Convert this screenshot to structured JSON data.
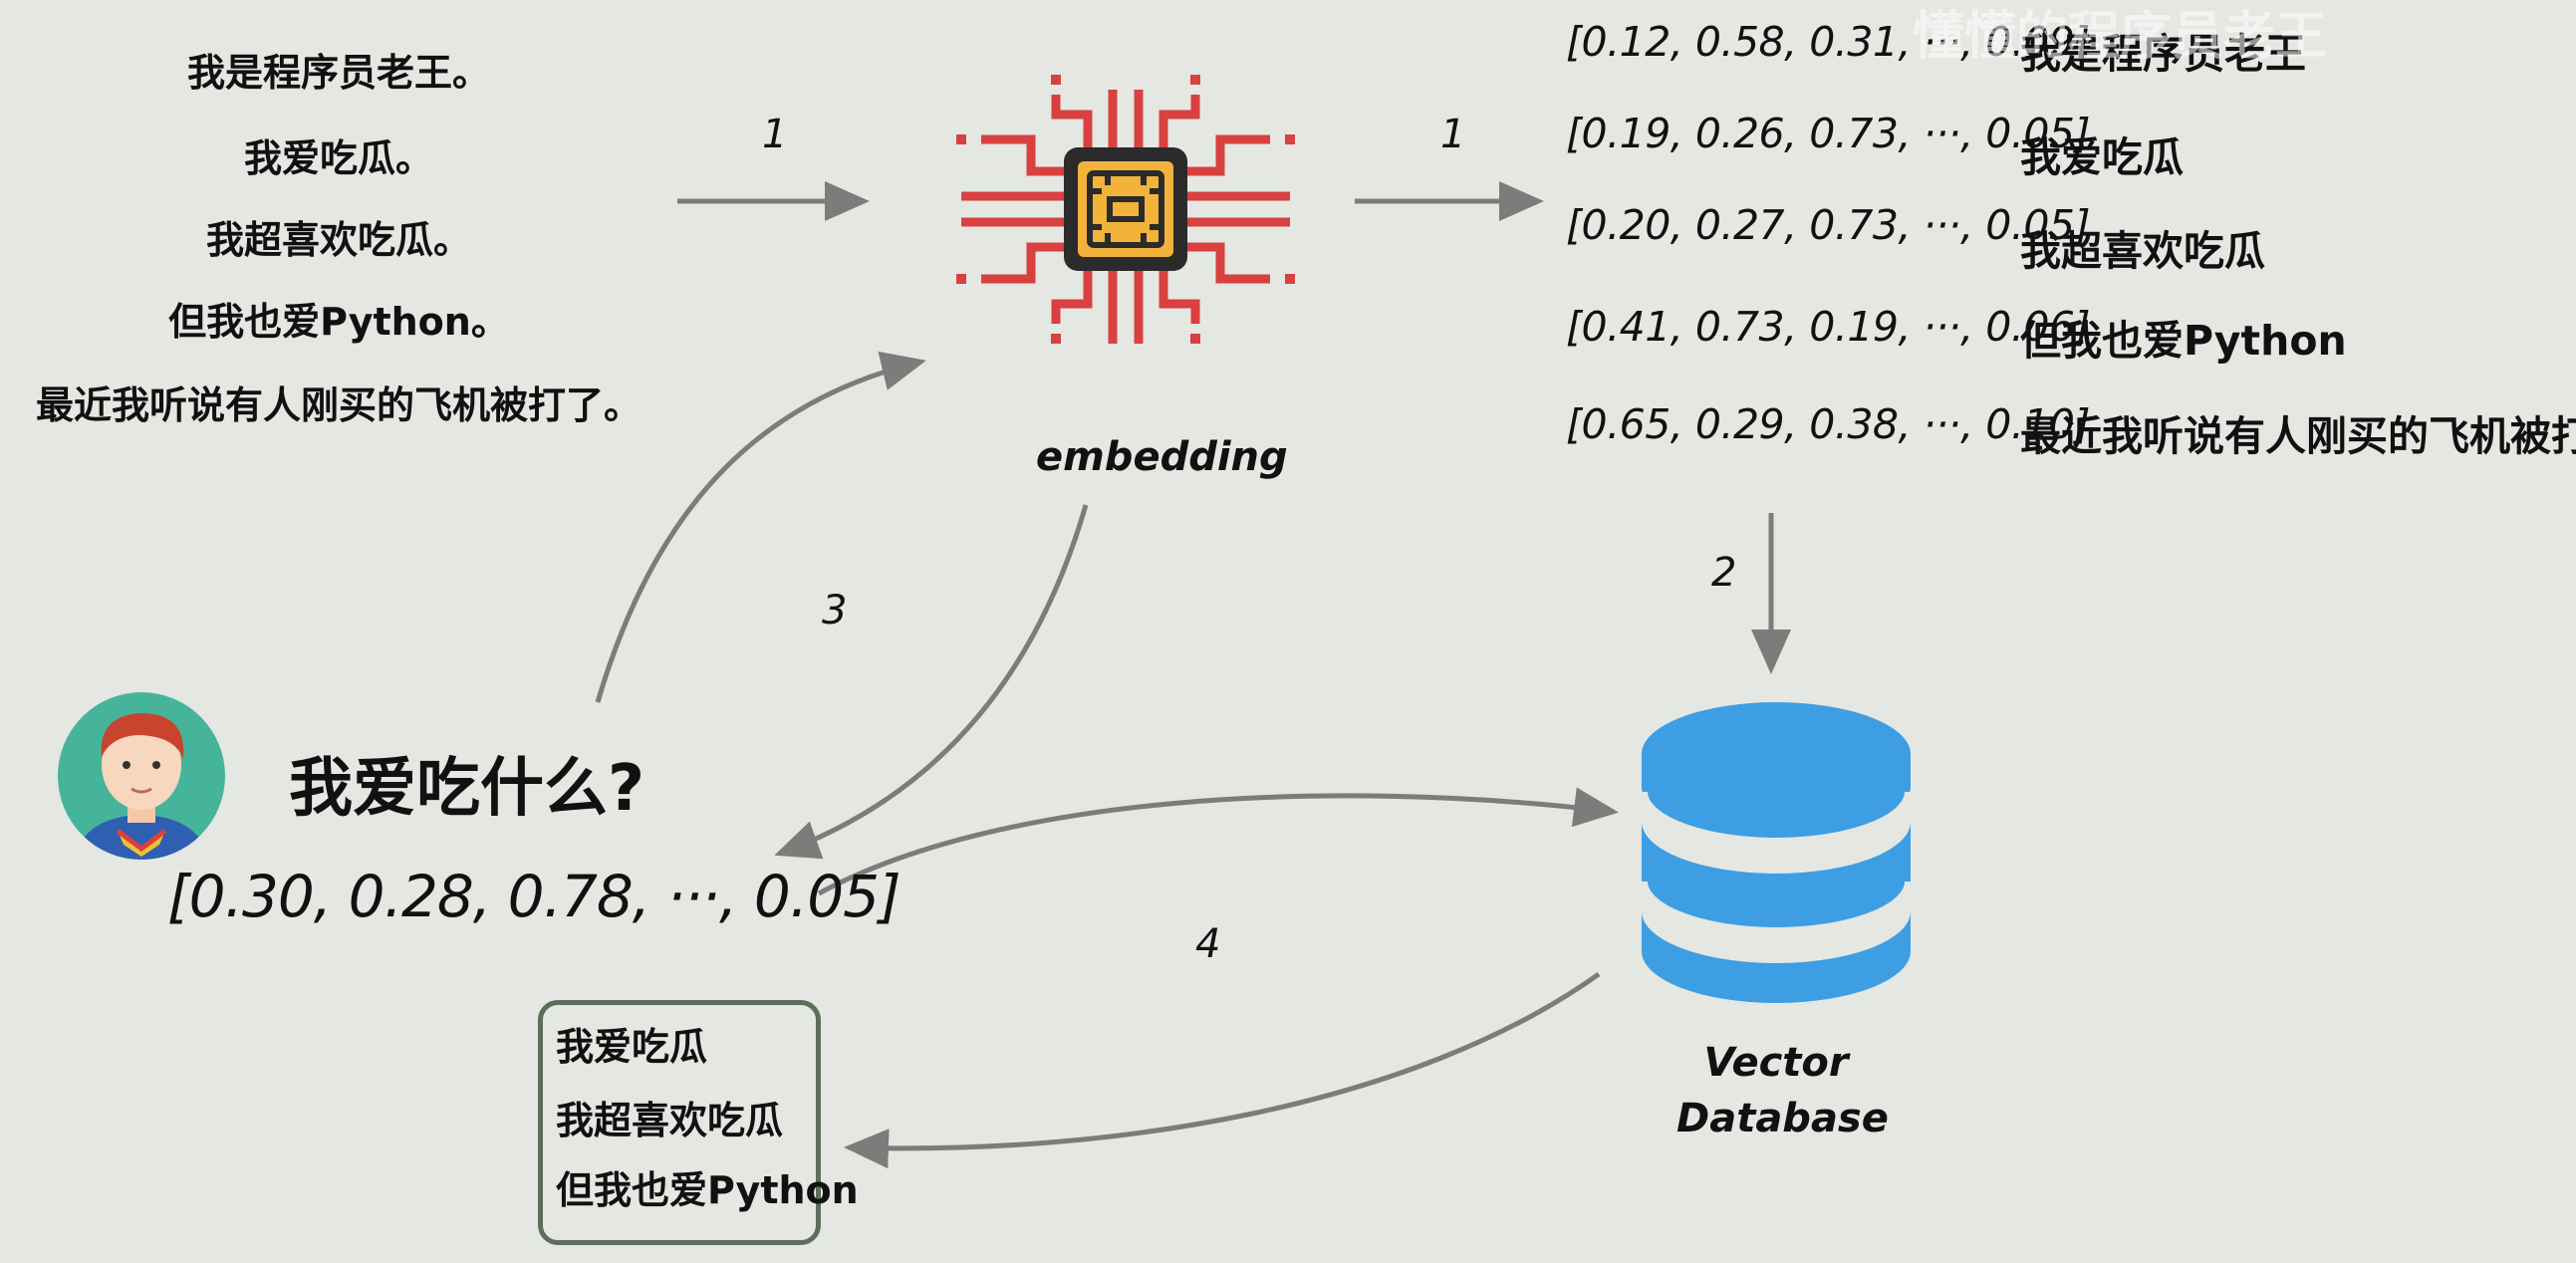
{
  "diagram": {
    "source_sentences": [
      "我是程序员老王。",
      "我爱吃瓜。",
      "我超喜欢吃瓜。",
      "但我也爱Python。",
      "最近我听说有人刚买的飞机被打了。"
    ],
    "embedding_label": "embedding",
    "vector_rows": [
      {
        "vector": "[0.12, 0.58, 0.31, ···, 0.09]",
        "text": "我是程序员老王"
      },
      {
        "vector": "[0.19, 0.26, 0.73, ···, 0.05]",
        "text": "我爱吃瓜"
      },
      {
        "vector": "[0.20, 0.27, 0.73, ···, 0.05]",
        "text": "我超喜欢吃瓜"
      },
      {
        "vector": "[0.41, 0.73, 0.19, ···, 0.06]",
        "text": "但我也爱Python"
      },
      {
        "vector": "[0.65, 0.29, 0.38, ···, 0.10]",
        "text": "最近我听说有人刚买的飞机被打了"
      }
    ],
    "step_labels": {
      "s1a": "1",
      "s1b": "1",
      "s2": "2",
      "s3": "3",
      "s4": "4"
    },
    "query_text": "我爱吃什么?",
    "query_vector": "[0.30, 0.28, 0.78, ···, 0.05]",
    "db_label_line1": "Vector",
    "db_label_line2": "Database",
    "results": [
      "我爱吃瓜",
      "我超喜欢吃瓜",
      "但我也爱Python"
    ],
    "watermark": "懂懂的程序员老王"
  },
  "colors": {
    "background": "#e4e7e2",
    "arrow": "#7a7d7a",
    "chip_red": "#d94040",
    "chip_yellow": "#f2b33a",
    "chip_dark": "#2b2b2b",
    "db_blue": "#3d9ee3",
    "avatar_bg": "#46b49b",
    "box_border": "#5d6e5a"
  },
  "icons": {
    "chip": "microchip-icon",
    "database": "database-icon",
    "avatar": "user-avatar-icon"
  }
}
